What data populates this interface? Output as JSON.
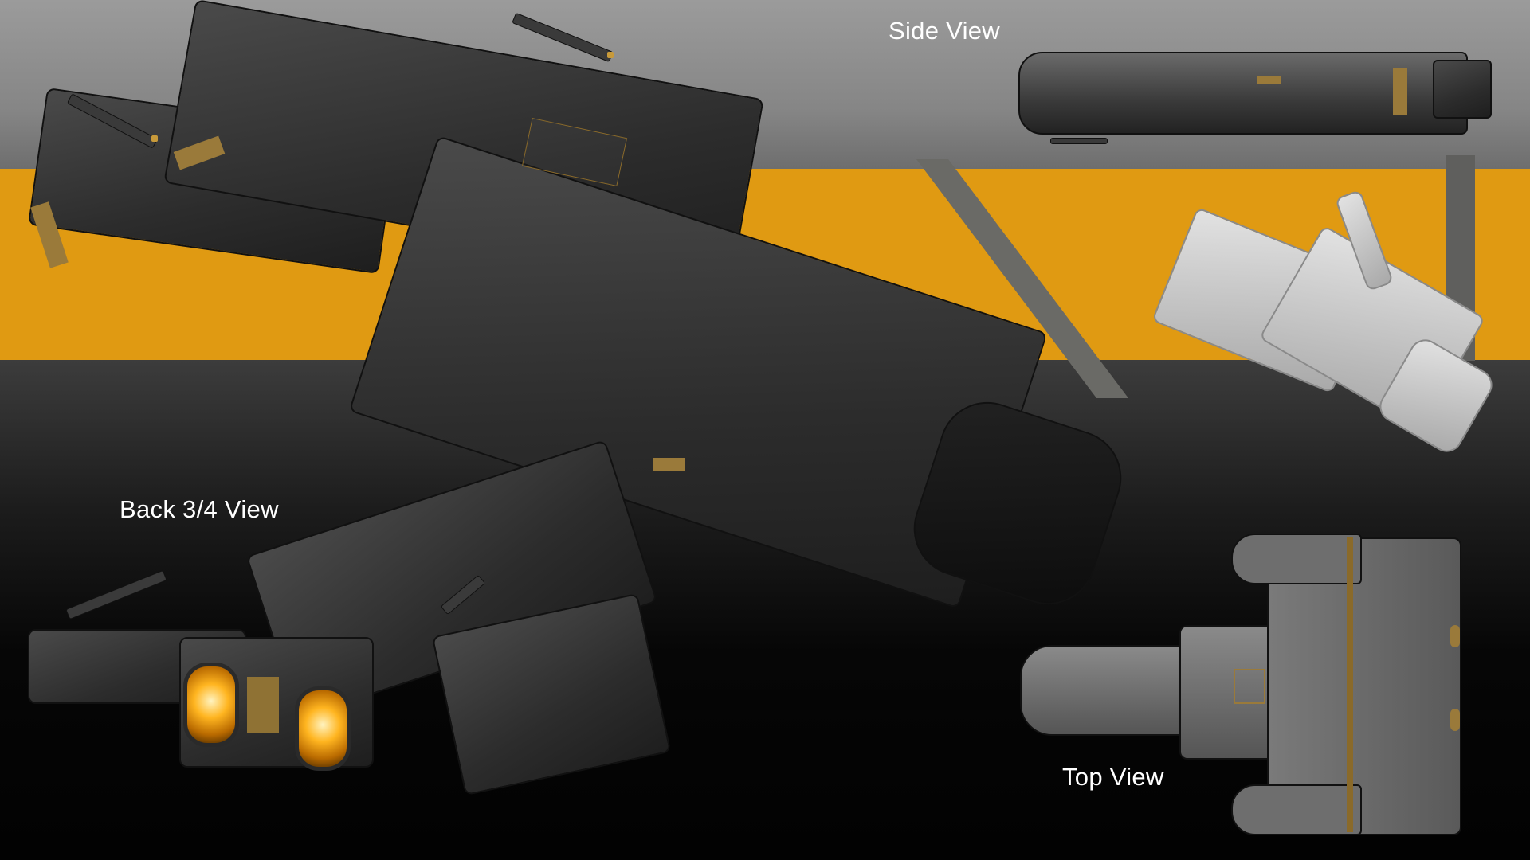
{
  "labels": {
    "side_view": "Side View",
    "back_view": "Back 3/4 View",
    "top_view": "Top View"
  },
  "colors": {
    "background_top": "#9b9b9b",
    "accent_band": "#e09a12",
    "background_bottom": "#020202",
    "hull_dark": "#2c2c2c",
    "trim_gold": "#9a7a3a",
    "engine_glow": "#ffb520",
    "text": "#ffffff"
  }
}
